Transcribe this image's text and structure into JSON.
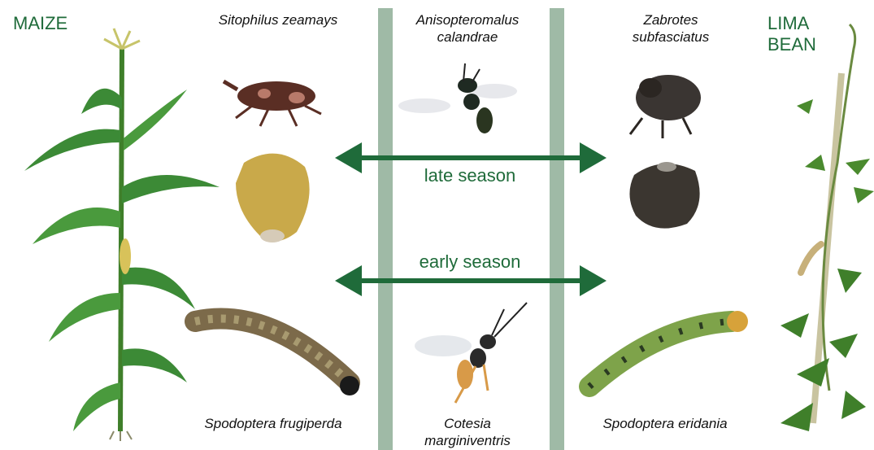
{
  "crops": {
    "left": "MAIZE",
    "right_line1": "LIMA",
    "right_line2": "BEAN"
  },
  "species": {
    "maize_storage_pest": "Sitophilus zeamays",
    "parasitoid_late": "Anisopteromalus calandrae",
    "bean_storage_pest": "Zabrotes subfasciatus",
    "maize_field_pest": "Spodoptera frugiperda",
    "parasitoid_early": "Cotesia marginiventris",
    "bean_field_pest": "Spodoptera eridania"
  },
  "seasons": {
    "late": "late season",
    "early": "early season"
  },
  "colors": {
    "label_green": "#1f6b3a",
    "arrow_green": "#1f6b3a",
    "band_green": "#9fbaa6"
  }
}
